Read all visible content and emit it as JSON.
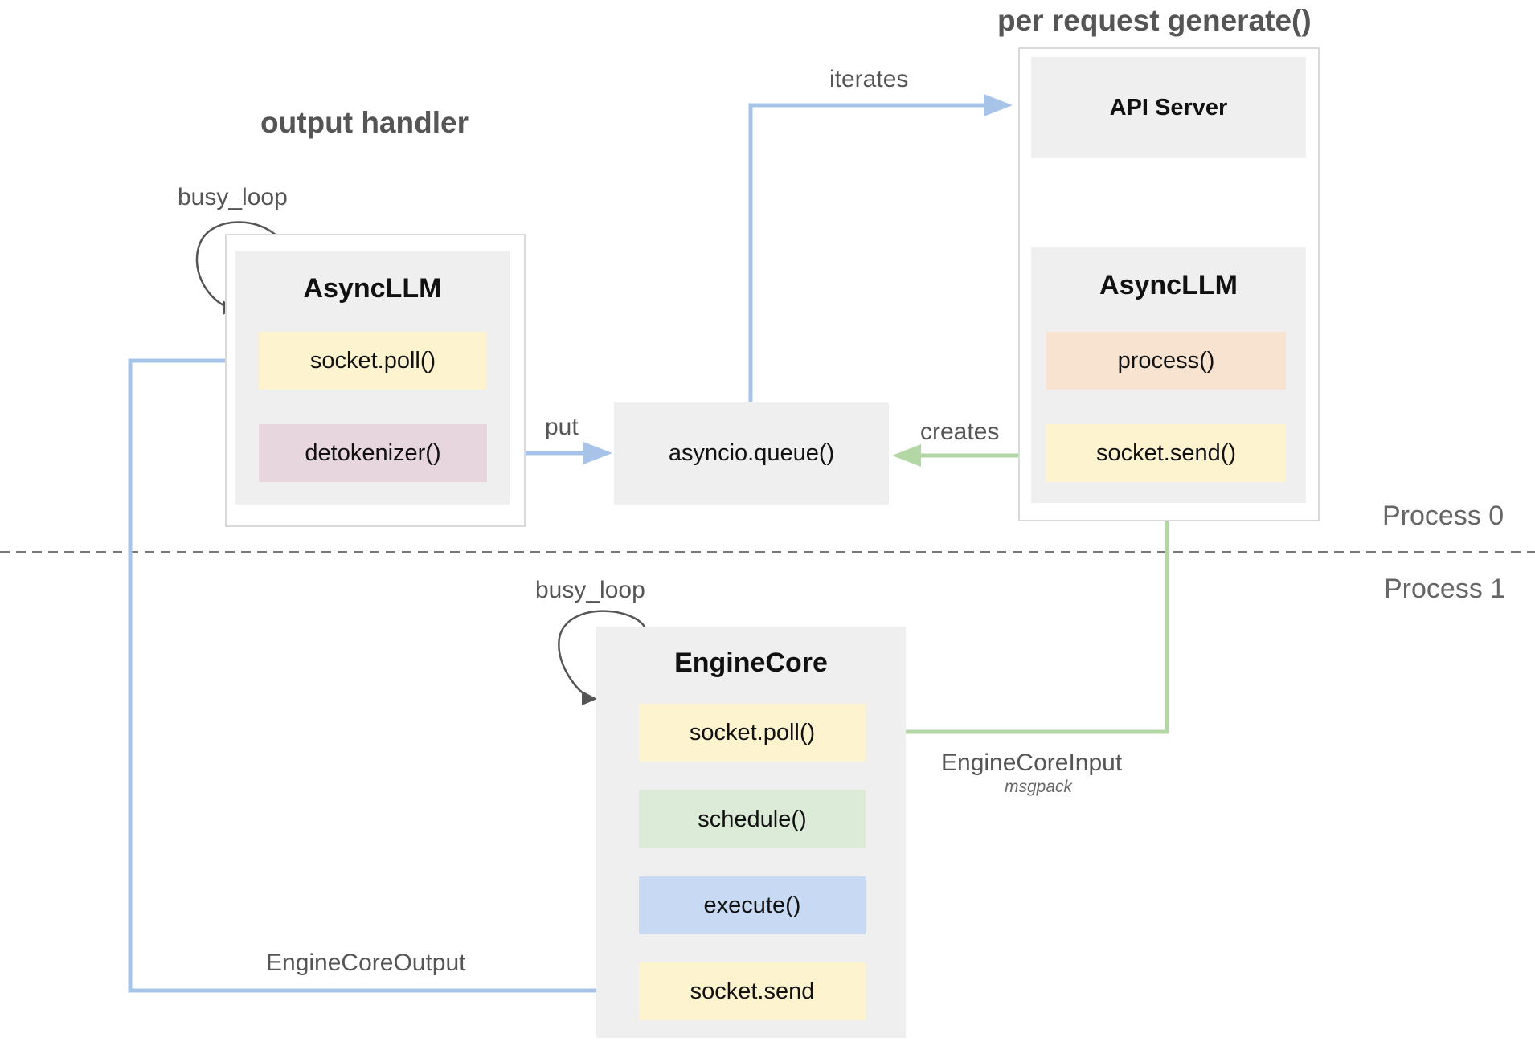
{
  "headings": {
    "per_request": "per request generate()",
    "output_handler": "output handler"
  },
  "labels": {
    "busy_loop_top": "busy_loop",
    "busy_loop_bottom": "busy_loop",
    "iterates": "iterates",
    "put": "put",
    "creates": "creates",
    "engine_core_input": "EngineCoreInput",
    "msgpack": "msgpack",
    "engine_core_output": "EngineCoreOutput"
  },
  "processes": {
    "p0": "Process 0",
    "p1": "Process 1"
  },
  "output_handler_panel": {
    "title": "AsyncLLM",
    "poll": "socket.poll()",
    "detokenizer": "detokenizer()"
  },
  "queue": "asyncio.queue()",
  "request_panel": {
    "api_server": "API Server",
    "title": "AsyncLLM",
    "process": "process()",
    "send": "socket.send()"
  },
  "engine_panel": {
    "title": "EngineCore",
    "poll": "socket.poll()",
    "schedule": "schedule()",
    "execute": "execute()",
    "send": "socket.send"
  },
  "colors": {
    "blue_arrow": "#a7c4e8",
    "green_arrow": "#b3d7a4",
    "loop_arrow": "#555555",
    "divider": "#777777"
  }
}
